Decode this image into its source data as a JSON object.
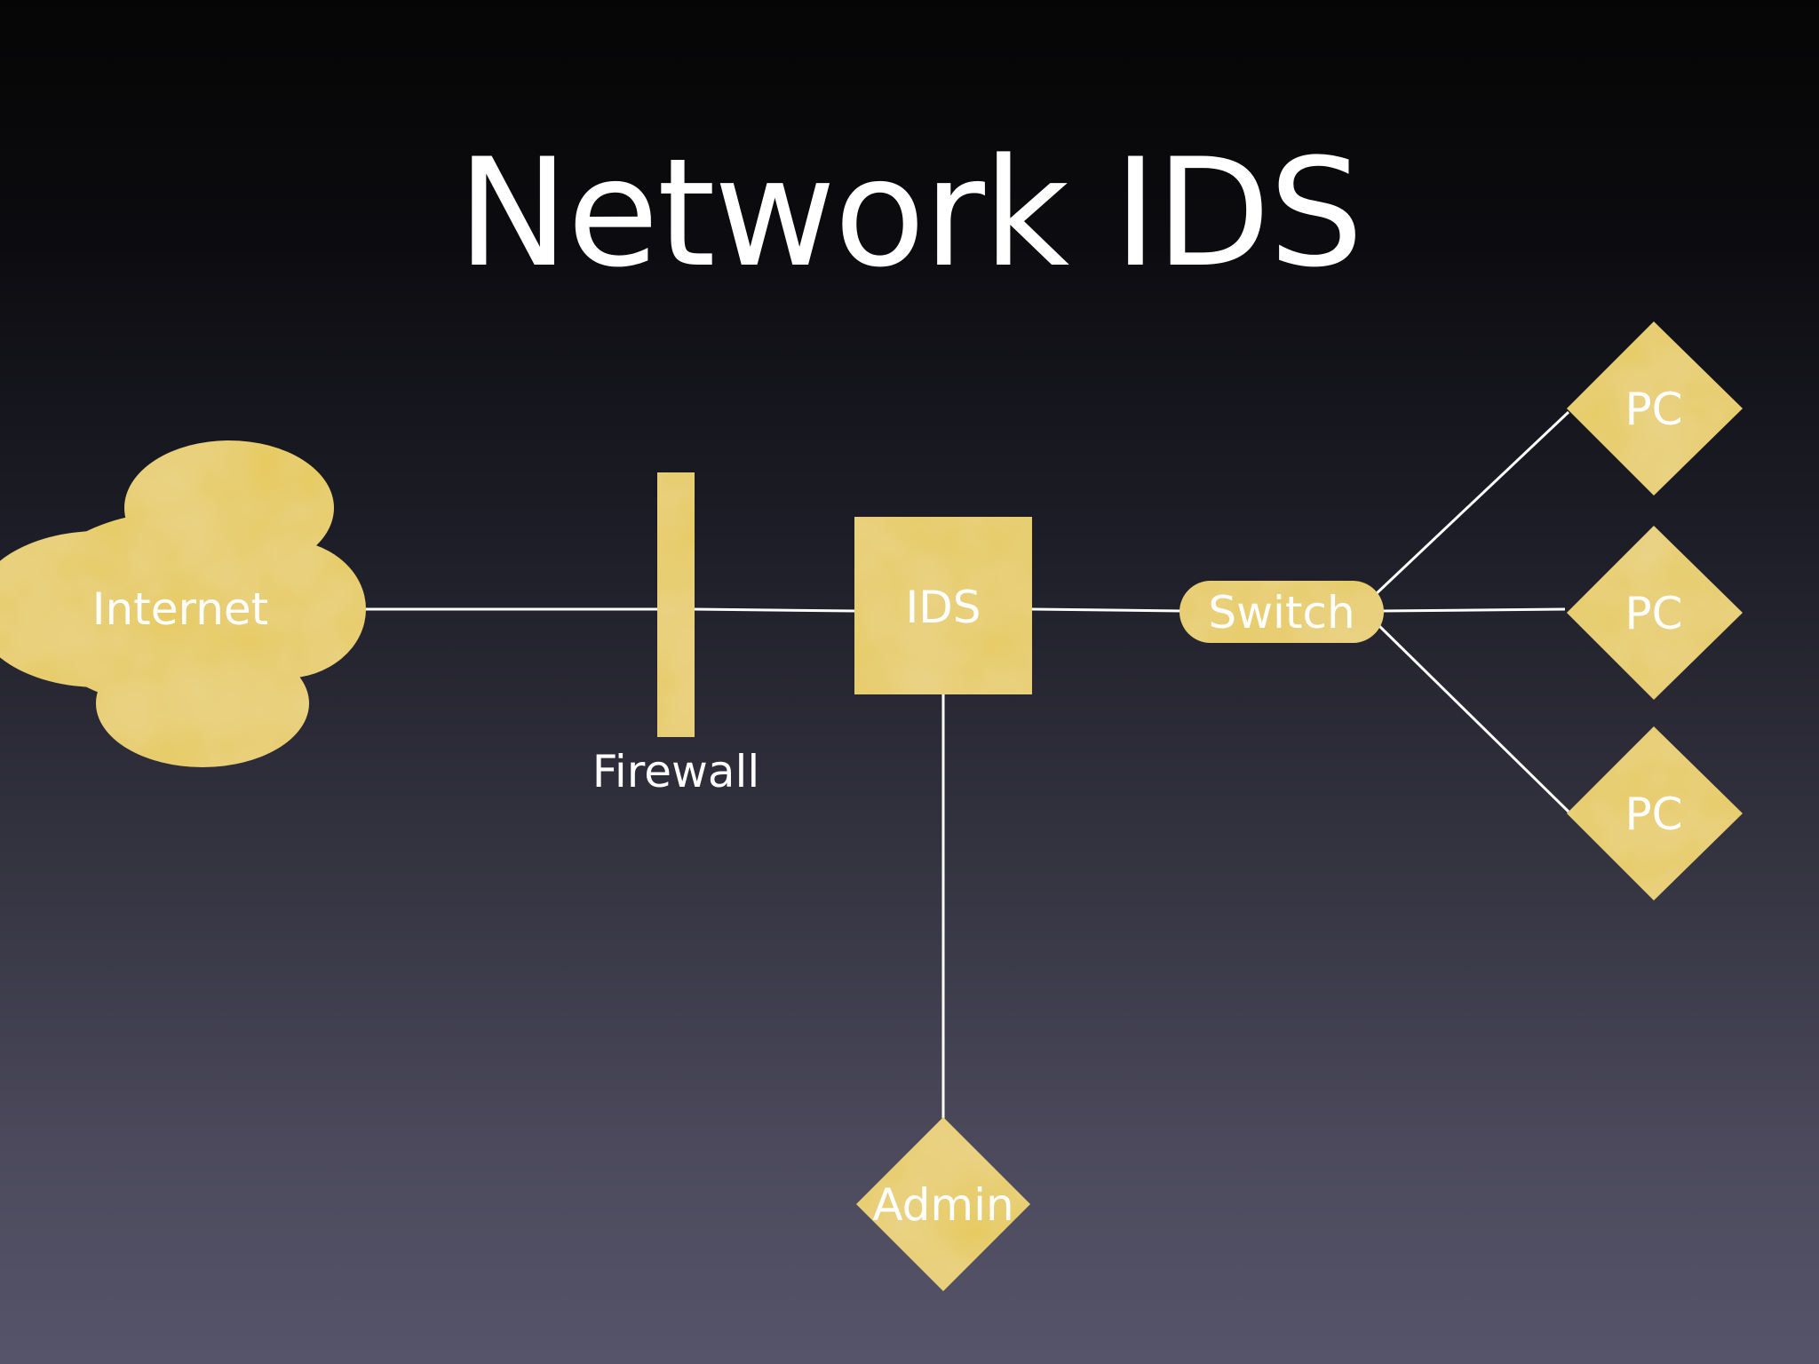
{
  "title": "Network IDS",
  "colors": {
    "node_fill": "#e6c95a",
    "link": "#ffffff",
    "text": "#ffffff"
  },
  "nodes": {
    "internet": "Internet",
    "firewall": "Firewall",
    "ids": "IDS",
    "switch": "Switch",
    "pc_1": "PC",
    "pc_2": "PC",
    "pc_3": "PC",
    "admin": "Admin"
  },
  "links": [
    [
      "Internet",
      "Firewall"
    ],
    [
      "Firewall",
      "IDS"
    ],
    [
      "IDS",
      "Switch"
    ],
    [
      "IDS",
      "Admin"
    ],
    [
      "Switch",
      "PC"
    ],
    [
      "Switch",
      "PC"
    ],
    [
      "Switch",
      "PC"
    ]
  ]
}
